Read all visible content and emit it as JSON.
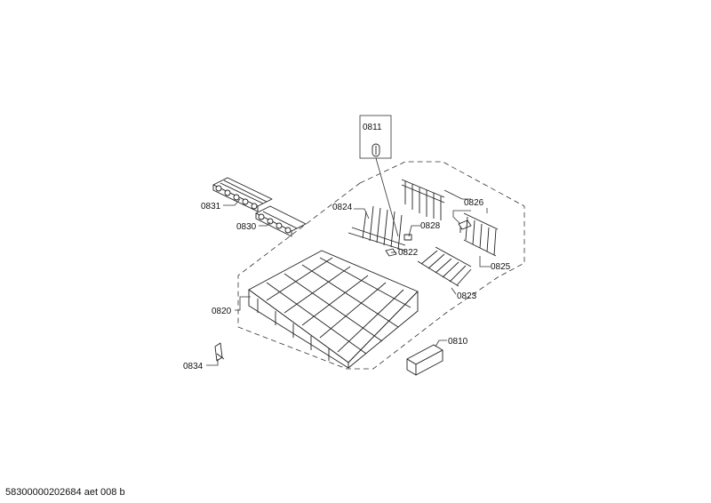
{
  "labels": {
    "p0811": "0811",
    "p0824": "0824",
    "p0826": "0826",
    "p0828": "0828",
    "p0822": "0822",
    "p0825": "0825",
    "p0823": "0823",
    "p0831": "0831",
    "p0830": "0830",
    "p0820": "0820",
    "p0810": "0810",
    "p0834": "0834"
  },
  "footer": "58300000202684 aet 008 b"
}
